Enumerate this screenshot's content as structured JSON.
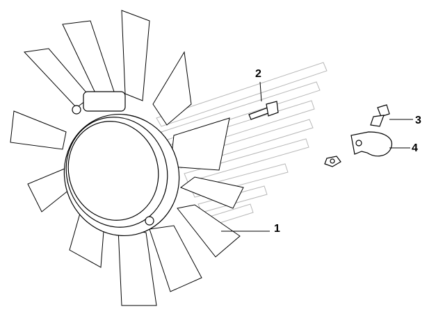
{
  "callouts": [
    {
      "id": "1",
      "part": "fan-assembly",
      "label": "1"
    },
    {
      "id": "2",
      "part": "bolt",
      "label": "2"
    },
    {
      "id": "3",
      "part": "bolt-small",
      "label": "3"
    },
    {
      "id": "4",
      "part": "clamp-bracket",
      "label": "4"
    }
  ],
  "colors": {
    "stroke": "#000000",
    "watermark": "#b8b8b8",
    "background": "#ffffff"
  }
}
